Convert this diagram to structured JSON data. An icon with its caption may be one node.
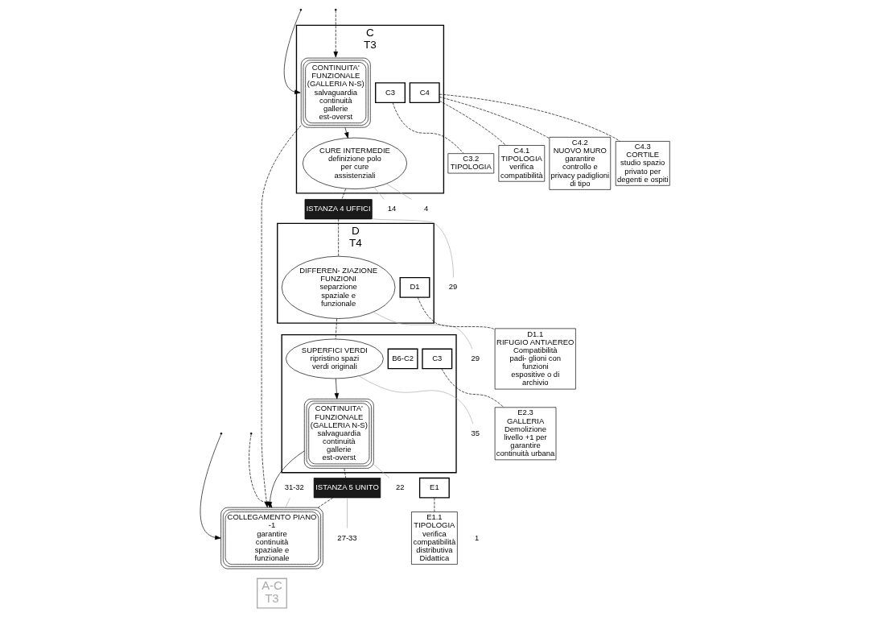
{
  "diagram": {
    "nodes": [
      {
        "text": [
          "C",
          "T3"
        ]
      },
      {
        "text": [
          "CONTINUITA' FUNZIONALE (GALLERIA N-S)",
          "salvaguardia continuità gallerie est-overst"
        ],
        "in": 0
      },
      {
        "text": [
          "CURE INTERMEDIE",
          "definizione polo per cure assistenziali"
        ],
        "in": 0
      },
      {
        "text": [
          "C3"
        ],
        "in": 0
      },
      {
        "text": [
          "C4"
        ],
        "in": 0
      },
      {
        "text": [
          "ISTANZA 4 UFFICI"
        ]
      },
      {
        "text": [
          "D",
          "T4"
        ]
      },
      {
        "text": [
          "DIFFEREN- ZIAZIONE FUNZIONI",
          "separzione spaziale e funzionale"
        ],
        "in": 6
      },
      {
        "text": [
          "D1"
        ],
        "in": 6
      },
      {
        "text": [],
        "shape": "box"
      },
      {
        "text": [
          "SUPERFICI VERDI",
          "ripristino spazi verdi originali"
        ],
        "in": 9
      },
      {
        "text": [
          "CONTINUITA' FUNZIONALE (GALLERIA N-S)",
          "salvaguardia continuità gallerie est-overst"
        ],
        "in": 9
      },
      {
        "text": [
          "B6-C2"
        ],
        "in": 9
      },
      {
        "text": [
          "C3"
        ],
        "in": 9
      },
      {
        "text": [
          "A-C",
          "T3"
        ]
      },
      {
        "text": [
          "ISTANZA 5 UNITO"
        ]
      },
      {
        "text": [
          "COLLEGAMENTO PIANO -1",
          "garantire continuità spaziale e funzionale"
        ]
      },
      {
        "text": [
          "E1"
        ]
      },
      {
        "text": [
          "14"
        ]
      },
      {
        "text": [
          "4"
        ]
      },
      {
        "text": [
          "29"
        ]
      },
      {
        "text": [
          "29"
        ]
      },
      {
        "text": [
          "35"
        ]
      },
      {
        "text": [
          "1"
        ]
      },
      {
        "text": [
          "22"
        ]
      },
      {
        "text": [
          "27-33"
        ]
      },
      {
        "text": [
          "31-32"
        ]
      },
      {
        "text": [
          "C3.2",
          "TIPOLOGIA"
        ]
      },
      {
        "text": [
          "C4.1",
          "TIPOLOGIA",
          "verifica compatibilità"
        ]
      },
      {
        "text": [
          "C4.2",
          "NUOVO MURO",
          "garantire controllo e privacy padiglioni di tipo"
        ]
      },
      {
        "text": [
          "C4.3",
          "CORTILE",
          "studio spazio privato per degenti e ospiti"
        ]
      },
      {
        "text": [
          "D1.1",
          "RIFUGIO ANTIAEREO",
          "Compatibilità padi- glioni con funzioni espositive o di archivio"
        ]
      },
      {
        "text": [
          "E2.3",
          "GALLERIA",
          "Demolizione livello +1 per garantire continuità urbana"
        ]
      },
      {
        "text": [
          "E1.1",
          "TIPOLOGIA",
          "verifica compatibilità distributiva Didattica"
        ]
      }
    ],
    "edges": [
      {
        "from": null,
        "to": 1,
        "arrow": "to"
      },
      {
        "from": null,
        "to": 1,
        "arrow": "to",
        "style": "dashed"
      },
      {
        "from": 1,
        "to": 2,
        "arrow": "to"
      },
      {
        "from": 1,
        "to": 16,
        "arrow": "to",
        "style": "dashed"
      },
      {
        "from": 10,
        "to": 11,
        "arrow": "to"
      },
      {
        "from": 11,
        "to": 16,
        "arrow": "to"
      },
      {
        "from": null,
        "to": 16,
        "arrow": "to"
      },
      {
        "from": null,
        "to": 16,
        "arrow": "to",
        "style": "dashed"
      },
      {
        "from": 2,
        "to": 5,
        "arrow": "none",
        "style": "dashed"
      },
      {
        "from": 5,
        "to": 7,
        "arrow": "none",
        "style": "dashed"
      },
      {
        "from": 7,
        "to": 10,
        "arrow": "none",
        "style": "dashed"
      },
      {
        "from": 11,
        "to": 15,
        "arrow": "none",
        "style": "dashed"
      },
      {
        "from": 15,
        "to": 16,
        "arrow": "none",
        "style": "dashed"
      },
      {
        "from": 18,
        "to": 2,
        "arrow": "none",
        "color": "#aaaaaa"
      },
      {
        "from": 19,
        "to": 2,
        "arrow": "none",
        "color": "#aaaaaa"
      },
      {
        "from": 20,
        "to": 5,
        "arrow": "none",
        "color": "#aaaaaa"
      },
      {
        "from": 21,
        "to": 7,
        "arrow": "none",
        "color": "#aaaaaa"
      },
      {
        "from": 22,
        "to": 10,
        "arrow": "none",
        "color": "#aaaaaa"
      },
      {
        "from": 24,
        "to": 11,
        "arrow": "none",
        "color": "#aaaaaa"
      },
      {
        "from": 25,
        "to": 15,
        "arrow": "none",
        "color": "#aaaaaa"
      },
      {
        "from": 26,
        "to": 16,
        "arrow": "none",
        "color": "#aaaaaa"
      },
      {
        "from": 3,
        "to": 27,
        "arrow": "none",
        "style": "dashed"
      },
      {
        "from": 4,
        "to": 28,
        "arrow": "none",
        "style": "dashed"
      },
      {
        "from": 4,
        "to": 29,
        "arrow": "none",
        "style": "dashed"
      },
      {
        "from": 4,
        "to": 30,
        "arrow": "none",
        "style": "dashed"
      },
      {
        "from": 8,
        "to": 31,
        "arrow": "none",
        "style": "dashed"
      },
      {
        "from": 13,
        "to": 32,
        "arrow": "none",
        "style": "dashed"
      },
      {
        "from": 17,
        "to": 33,
        "arrow": "none",
        "style": "dashed"
      }
    ]
  }
}
